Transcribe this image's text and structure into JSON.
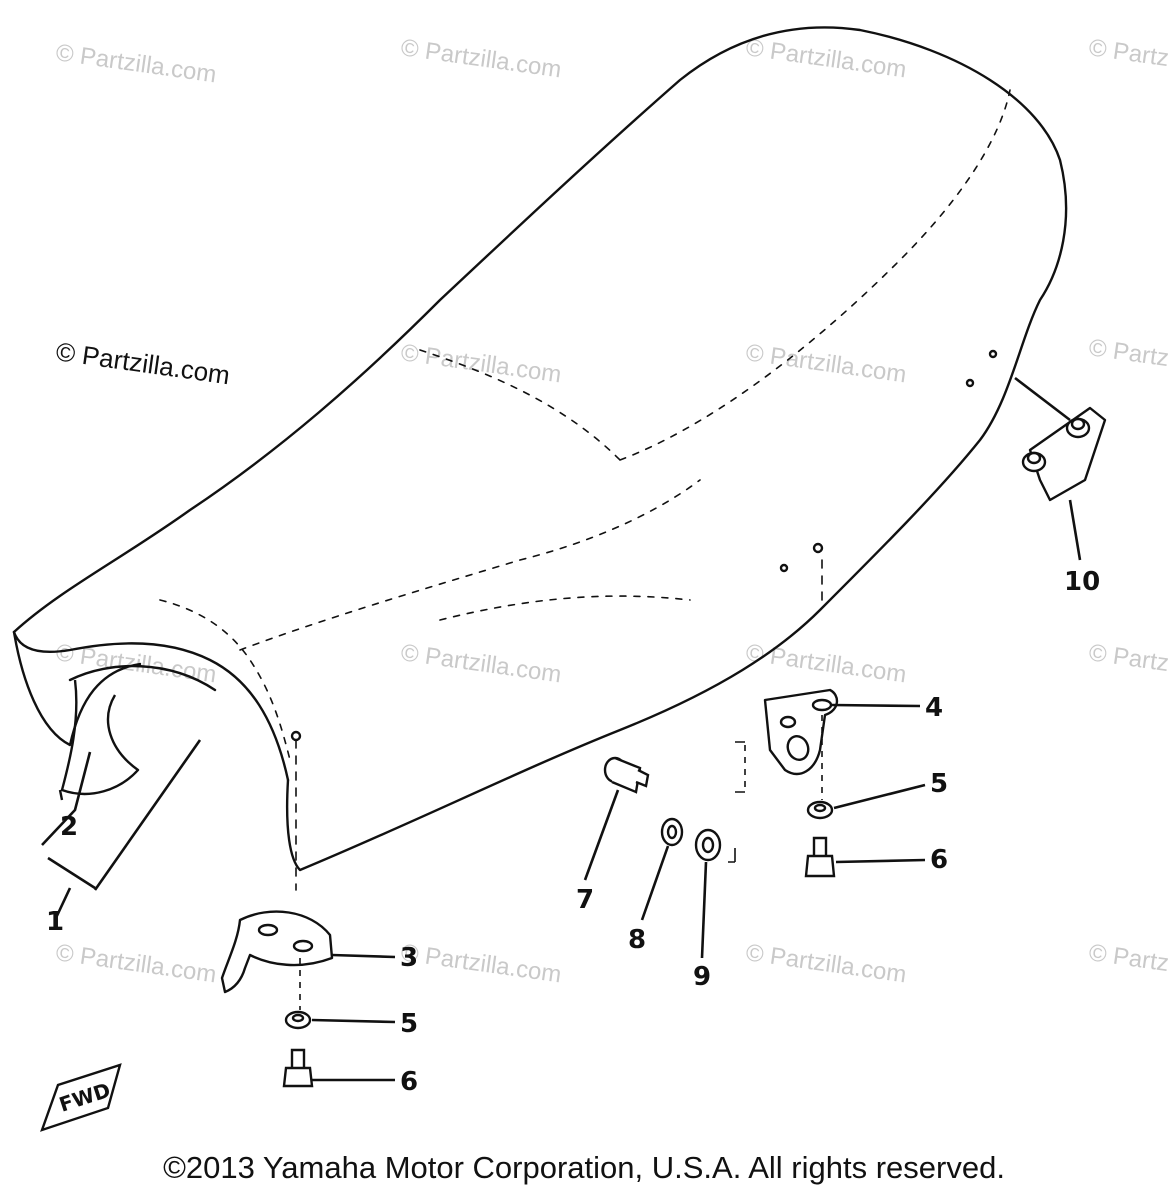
{
  "watermark": "© Partzilla.com",
  "copyright": "©2013 Yamaha Motor Corporation, U.S.A. All rights reserved.",
  "fwd_label": "FWD",
  "callouts": {
    "c1": "1",
    "c2": "2",
    "c3": "3",
    "c4": "4",
    "c5a": "5",
    "c5b": "5",
    "c6a": "6",
    "c6b": "6",
    "c7": "7",
    "c8": "8",
    "c9": "9",
    "c10": "10"
  }
}
